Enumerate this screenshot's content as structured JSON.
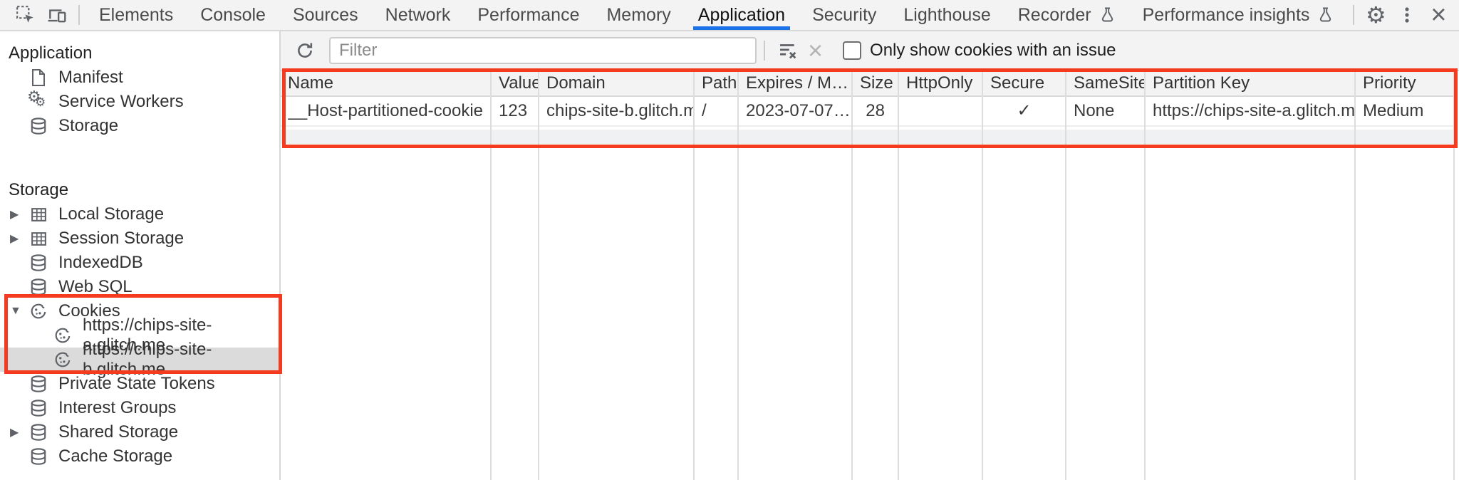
{
  "colors": {
    "annotation_red": "#f43b20",
    "active_tab_blue": "#1a73e8",
    "selected_item_bg": "#dbdbdb"
  },
  "icons": {
    "gear": "⚙",
    "close": "×",
    "clear_x": "×",
    "tri_right": "▶",
    "tri_down": "▼"
  },
  "tabs": {
    "active": "Application",
    "items": [
      {
        "label": "Elements"
      },
      {
        "label": "Console"
      },
      {
        "label": "Sources"
      },
      {
        "label": "Network"
      },
      {
        "label": "Performance"
      },
      {
        "label": "Memory"
      },
      {
        "label": "Application"
      },
      {
        "label": "Security"
      },
      {
        "label": "Lighthouse"
      },
      {
        "label": "Recorder"
      },
      {
        "label": "Performance insights"
      }
    ]
  },
  "sidebar": {
    "sections": [
      {
        "header": "Application",
        "items": [
          {
            "label": "Manifest"
          },
          {
            "label": "Service Workers"
          },
          {
            "label": "Storage"
          }
        ]
      },
      {
        "header": "Storage",
        "items": [
          {
            "label": "Local Storage"
          },
          {
            "label": "Session Storage"
          },
          {
            "label": "IndexedDB"
          },
          {
            "label": "Web SQL"
          },
          {
            "label": "Cookies"
          },
          {
            "label": "https://chips-site-a.glitch.me"
          },
          {
            "label": "https://chips-site-b.glitch.me",
            "selected": true
          },
          {
            "label": "Private State Tokens"
          },
          {
            "label": "Interest Groups"
          },
          {
            "label": "Shared Storage"
          },
          {
            "label": "Cache Storage"
          }
        ]
      }
    ],
    "selected_item": "https://chips-site-b.glitch.me"
  },
  "toolbar": {
    "filter_placeholder": "Filter",
    "filter_value": "",
    "only_issue_label": "Only show cookies with an issue",
    "checkbox_checked": false
  },
  "cookie_table": {
    "columns": [
      "Name",
      "Value",
      "Domain",
      "Path",
      "Expires / M…",
      "Size",
      "HttpOnly",
      "Secure",
      "SameSite",
      "Partition Key",
      "Priority"
    ],
    "rows": [
      [
        "__Host-partitioned-cookie",
        "123",
        "chips-site-b.glitch.me",
        "/",
        "2023-07-07…",
        "28",
        "",
        "✓",
        "None",
        "https://chips-site-a.glitch.me",
        "Medium"
      ]
    ]
  }
}
